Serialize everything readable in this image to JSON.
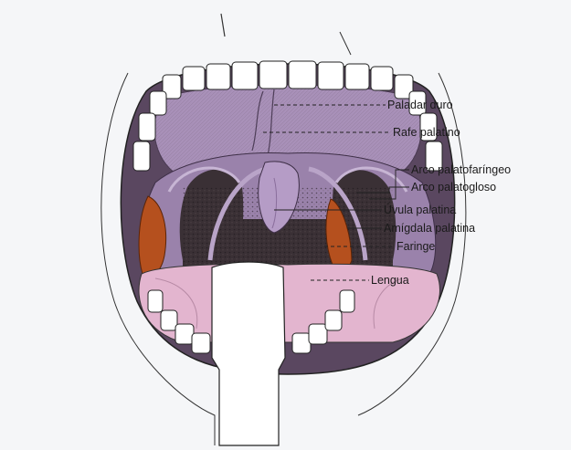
{
  "labels": {
    "paladar_duro": "Paladar duro",
    "rafe_palatino": "Rafe palatino",
    "arco_palatofaringeo": "Arco palatofaríngeo",
    "arco_palatogloso": "Arco palatogloso",
    "uvula_palatina": "Úvula palatina",
    "amigdala_palatina": "Amígdala palatina",
    "faringe": "Faringe",
    "lengua": "Lengua"
  },
  "colors": {
    "palate": "#a890b8",
    "palate_dark": "#7a5d8f",
    "throat": "#3a3035",
    "tonsil": "#b5501e",
    "tongue": "#e3b5cf",
    "teeth": "#ffffff",
    "lips_outline": "#222222",
    "depressor": "#ffffff"
  }
}
